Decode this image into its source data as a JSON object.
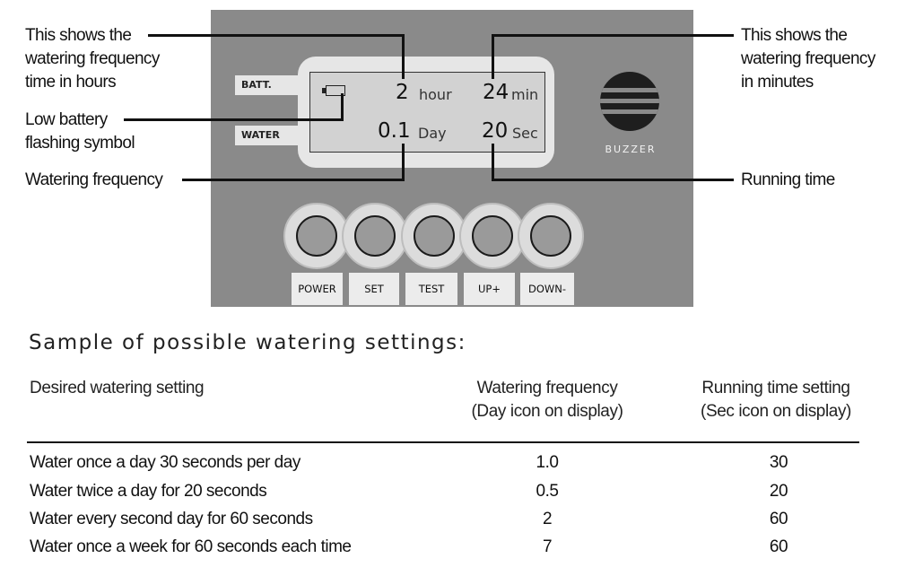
{
  "device": {
    "batt_tag": "BATT.",
    "water_tag": "WATER",
    "hour_value": "2",
    "hour_unit": "hour",
    "min_value": "24",
    "min_unit": "min",
    "day_value": "0.1",
    "day_unit": "Day",
    "sec_value": "20",
    "sec_unit": "Sec",
    "buzzer_label": "BUZZER",
    "buttons": [
      "POWER",
      "SET",
      "TEST",
      "UP+",
      "DOWN-"
    ]
  },
  "annotations": {
    "hours": [
      "This shows the",
      "watering frequency",
      "time in hours"
    ],
    "battery": [
      "Low battery",
      "flashing symbol"
    ],
    "frequency": "Watering frequency",
    "minutes": [
      "This shows the",
      "watering frequency",
      "in minutes"
    ],
    "running": "Running time"
  },
  "table": {
    "title": "Sample of possible watering settings:",
    "headers": {
      "setting": "Desired watering setting",
      "frequency": [
        "Watering frequency",
        "(Day icon on display)"
      ],
      "running": [
        "Running time setting",
        "(Sec icon on display)"
      ]
    },
    "rows": [
      {
        "setting": "Water once a day 30 seconds per day",
        "frequency": "1.0",
        "running": "30"
      },
      {
        "setting": "Water twice a day for 20 seconds",
        "frequency": "0.5",
        "running": "20"
      },
      {
        "setting": "Water every second day for 60 seconds",
        "frequency": "2",
        "running": "60"
      },
      {
        "setting": "Water once a week for 60 seconds each time",
        "frequency": "7",
        "running": "60"
      }
    ]
  }
}
